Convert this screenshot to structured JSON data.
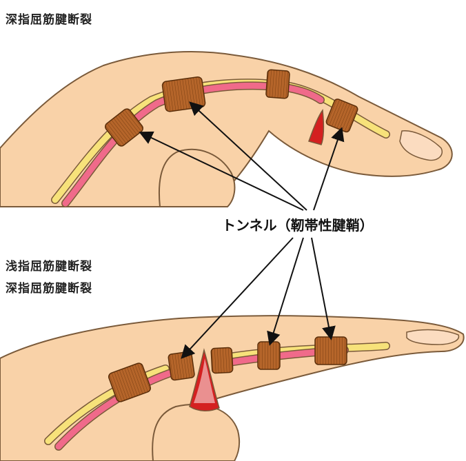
{
  "top_panel": {
    "title": "深指屈筋腱断裂"
  },
  "bottom_panel": {
    "title_line1": "浅指屈筋腱断裂",
    "title_line2": "深指屈筋腱断裂"
  },
  "callout": {
    "text": "トンネル（靭帯性腱鞘）"
  },
  "colors": {
    "skin": "#f9d2a8",
    "skin_outline": "#7a5a3a",
    "tendon_deep": "#f06a8a",
    "tendon_superficial": "#f7e27a",
    "sheath": "#b5652a",
    "wound": "#d42020",
    "arrow": "#111111"
  }
}
